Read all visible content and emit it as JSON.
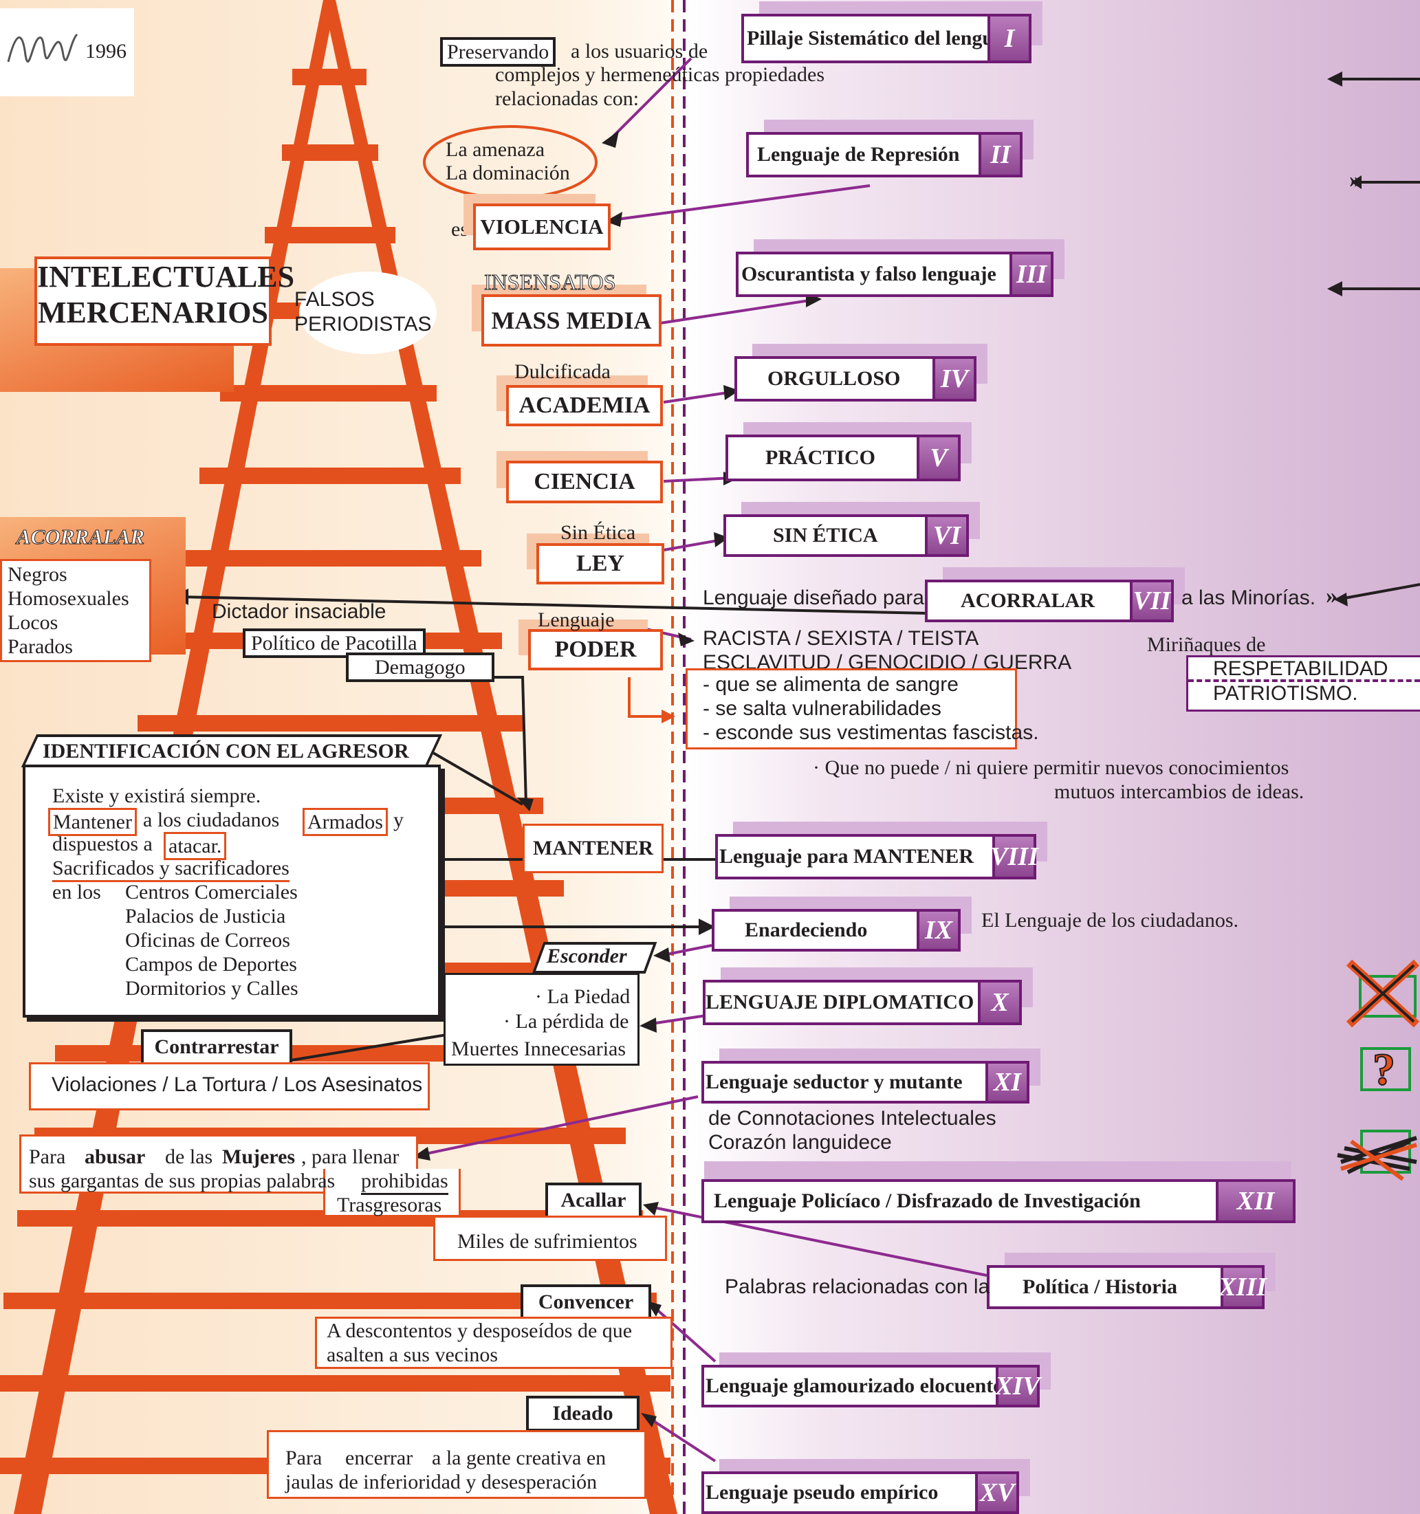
{
  "colors": {
    "orange": "#e4501d",
    "purple": "#6f1b73",
    "dark": "#231f20",
    "lilac": "#d7b3da"
  },
  "header": {
    "signature": "signature",
    "year": "1996"
  },
  "intro": {
    "preservando": "Preservando",
    "line1": "a los usuarios de",
    "line2": "complejos y hermeneúticas propiedades",
    "line3": "relacionadas con:"
  },
  "oval": {
    "line1": "La amenaza",
    "line2": "La dominación"
  },
  "violencia": {
    "prefix": "es",
    "label": "VIOLENCIA"
  },
  "intelectuales": {
    "line1": "INTELECTUALES",
    "line2": "MERCENARIOS",
    "falsos1": "FALSOS",
    "falsos2": "PERIODISTAS"
  },
  "left_boxes": {
    "mass_media": {
      "top": "INSENSATOS",
      "main": "MASS MEDIA"
    },
    "academia": {
      "top": "Dulcificada",
      "main": "ACADEMIA"
    },
    "ciencia": {
      "main": "CIENCIA"
    },
    "ley": {
      "top": "Sin Ética",
      "main": "LEY"
    },
    "poder": {
      "top": "Lenguaje",
      "main": "PODER"
    },
    "mantener": "MANTENER"
  },
  "acorralar": {
    "title": "ACORRALAR",
    "items": [
      "Negros",
      "Homosexuales",
      "Locos",
      "Parados"
    ]
  },
  "politicos": {
    "dictador": "Dictador insaciable",
    "politico": "Político de Pacotilla",
    "demagogo": "Demagogo"
  },
  "identificacion": {
    "title": "IDENTIFICACIÓN CON EL AGRESOR",
    "l1": "Existe y existirá siempre.",
    "l2a": "Mantener",
    "l2b": "a los ciudadanos",
    "l2c": "Armados",
    "l2d": "y",
    "l3a": "dispuestos a",
    "l3b": "atacar.",
    "l4": "Sacrificados y sacrificadores",
    "l5a": "en los",
    "places": [
      "Centros Comerciales",
      "Palacios de Justicia",
      "Oficinas de Correos",
      "Campos de Deportes",
      "Dormitorios y Calles"
    ]
  },
  "esconder": {
    "title": "Esconder",
    "l1": "· La Piedad",
    "l2": "· La pérdida de",
    "l3": "Muertes Innecesarias"
  },
  "contrarrestar": {
    "title": "Contrarrestar",
    "text": "Violaciones / La Tortura / Los Asesinatos"
  },
  "abusar": {
    "a": "Para",
    "b": "abusar",
    "c": "de las",
    "d": "Mujeres",
    "e": ", para llenar",
    "l2a": "sus gargantas de sus propias palabras",
    "l2b": "prohibidas",
    "l3": "Trasgresoras"
  },
  "acallar": {
    "title": "Acallar",
    "text": "Miles de sufrimientos"
  },
  "convencer": {
    "title": "Convencer",
    "l1": "A descontentos y desposeídos de que",
    "l2": "asalten a sus vecinos"
  },
  "ideado": {
    "title": "Ideado",
    "l1a": "Para",
    "l1b": "encerrar",
    "l1c": "a la gente creativa en",
    "l2": "jaulas de inferioridad y desesperación"
  },
  "lenguajes": [
    {
      "num": "I",
      "label": "Pillaje Sistemático del lenguaje"
    },
    {
      "num": "II",
      "label": "Lenguaje de Represión"
    },
    {
      "num": "III",
      "label": "Oscurantista y falso lenguaje"
    },
    {
      "num": "IV",
      "label": "ORGULLOSO"
    },
    {
      "num": "V",
      "label": "PRÁCTICO"
    },
    {
      "num": "VI",
      "label": "SIN ÉTICA"
    },
    {
      "num": "VII",
      "label": "ACORRALAR"
    },
    {
      "num": "VIII",
      "label": "Lenguaje para MANTENER"
    },
    {
      "num": "IX",
      "label": "Enardeciendo"
    },
    {
      "num": "X",
      "label": "LENGUAJE DIPLOMATICO"
    },
    {
      "num": "XI",
      "label": "Lenguaje seductor y mutante"
    },
    {
      "num": "XII",
      "label": "Lenguaje Policíaco  / Disfrazado de Investigación"
    },
    {
      "num": "XIII",
      "label": "Política / Historia"
    },
    {
      "num": "XIV",
      "label": "Lenguaje glamourizado elocuente"
    },
    {
      "num": "XV",
      "label": "Lenguaje pseudo empírico"
    }
  ],
  "vii_text": {
    "pre": "Lenguaje diseñado para",
    "post": "a las Minorías."
  },
  "mirinaques": {
    "title": "Miriñaques de",
    "l1": "RESPETABILIDAD",
    "l2": "PATRIOTISMO."
  },
  "racista": {
    "l1": "RACISTA / SEXISTA / TEISTA",
    "l2": "ESCLAVITUD / GENOCIDIO / GUERRA",
    "b1": "- que se alimenta de sangre",
    "b2": "- se salta vulnerabilidades",
    "b3": "- esconde sus vestimentas fascistas."
  },
  "quenopuede": {
    "l1": "· Que no puede  /  ni quiere permitir nuevos conocimientos",
    "l2": "mutuos intercambios de ideas."
  },
  "ciudadanos": "El Lenguaje de los ciudadanos.",
  "connotaciones": {
    "l1": "de Connotaciones Intelectuales",
    "l2": "Corazón languidece"
  },
  "palabras_rel": "Palabras relacionadas con la",
  "legend": {
    "q": "?"
  }
}
